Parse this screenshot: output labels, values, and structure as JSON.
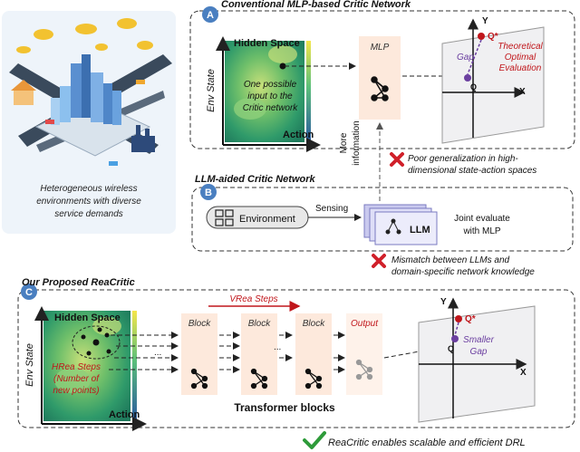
{
  "left_panel": {
    "caption_lines": [
      "Heterogeneous wireless",
      "environments with diverse",
      "service demands"
    ]
  },
  "section_a": {
    "badge": "A",
    "title": "Conventional MLP-based Critic Network",
    "y_axis_label": "Env State",
    "x_axis_label": "Action",
    "space_label": "Hidden Space",
    "point_note_lines": [
      "One possible",
      "input to the",
      "Critic network"
    ],
    "mlp_label": "MLP",
    "plot": {
      "y_label": "Y",
      "x_label": "X",
      "q_label": "Q",
      "q_star_label": "Q*",
      "gap_label": "Gap",
      "theory_lines": [
        "Theoretical",
        "Optimal",
        "Evaluation"
      ]
    }
  },
  "vertical_note_lines": [
    "More",
    "information"
  ],
  "issue_1_lines": [
    "Poor generalization in high-",
    "dimensional state-action spaces"
  ],
  "section_b": {
    "badge": "B",
    "title": "LLM-aided Critic Network",
    "environment_label": "Environment",
    "sensing_label": "Sensing",
    "llm_label": "LLM",
    "joint_lines": [
      "Joint evaluate",
      "with MLP"
    ]
  },
  "issue_2_lines": [
    "Mismatch between LLMs and",
    "domain-specific network knowledge"
  ],
  "section_c": {
    "badge": "C",
    "title": "Our Proposed ReaCritic",
    "y_axis_label": "Env State",
    "x_axis_label": "Action",
    "space_label": "Hidden Space",
    "hrea_lines": [
      "HRea Steps",
      "(Number of",
      "new points)"
    ],
    "vrea_label": "VRea Steps",
    "block_labels": [
      "Block",
      "Block",
      "Block"
    ],
    "output_label": "Output",
    "dots": "...",
    "transformer_label": "Transformer blocks",
    "plot": {
      "y_label": "Y",
      "x_label": "X",
      "q_label": "Q",
      "q_star_label": "Q*",
      "gap_lines": [
        "Smaller",
        "Gap"
      ]
    }
  },
  "conclusion": "ReaCritic enables scalable and efficient DRL",
  "colors": {
    "accent_red": "#c0161b",
    "purple": "#6b3fa0",
    "badge_blue": "#4a7fc0",
    "mlp_fill": "#fde9dc",
    "check_green": "#2e9b3a",
    "panel_fill": "#eef4fa"
  }
}
